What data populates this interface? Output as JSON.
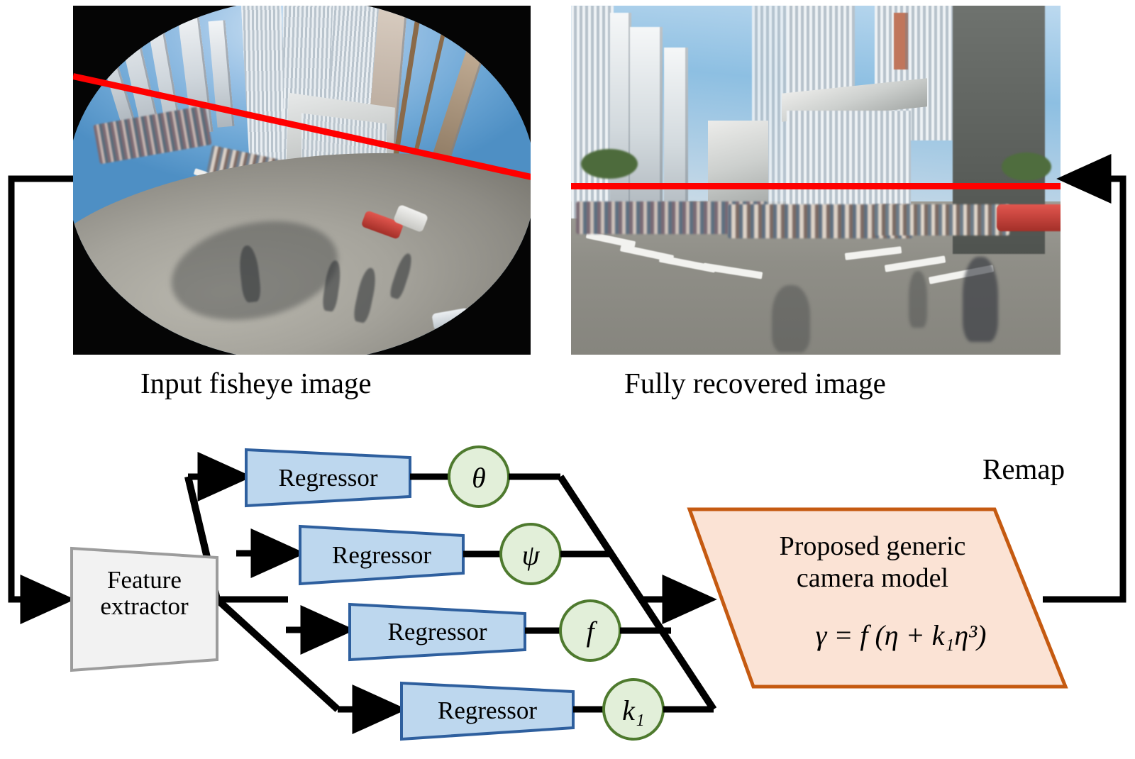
{
  "figure": {
    "type": "pipeline-diagram",
    "panels": [
      {
        "id": "input",
        "caption": "Input fisheye image"
      },
      {
        "id": "output",
        "caption": "Fully recovered image"
      }
    ],
    "overlay_line_color": "#ff0000"
  },
  "captions": {
    "input": "Input fisheye image",
    "output": "Fully recovered image"
  },
  "nodes": {
    "feature_extractor": "Feature\nextractor",
    "feature_extractor_line1": "Feature",
    "feature_extractor_line2": "extractor",
    "regressor": "Regressor",
    "regressors": [
      {
        "label": "Regressor",
        "output": "θ"
      },
      {
        "label": "Regressor",
        "output": "ψ"
      },
      {
        "label": "Regressor",
        "output": "f"
      },
      {
        "label": "Regressor",
        "output": "k₁"
      }
    ],
    "outputs": [
      "θ",
      "ψ",
      "f",
      "k1"
    ],
    "camera_model_line1": "Proposed generic",
    "camera_model_line2": "camera model",
    "camera_model_formula": "γ = f (η + k₁η³)"
  },
  "edges": {
    "remap": "Remap"
  },
  "colors": {
    "regressor_fill": "#bdd7ee",
    "regressor_stroke": "#2e5f9e",
    "circle_fill": "#e2efd9",
    "circle_stroke": "#4e7a2e",
    "camera_model_fill": "#fbe3d5",
    "camera_model_stroke": "#c55a11",
    "feature_fill": "#f2f2f2",
    "feature_stroke": "#9c9c9c",
    "arrow": "#000000",
    "horizon_line": "#ff0000"
  }
}
